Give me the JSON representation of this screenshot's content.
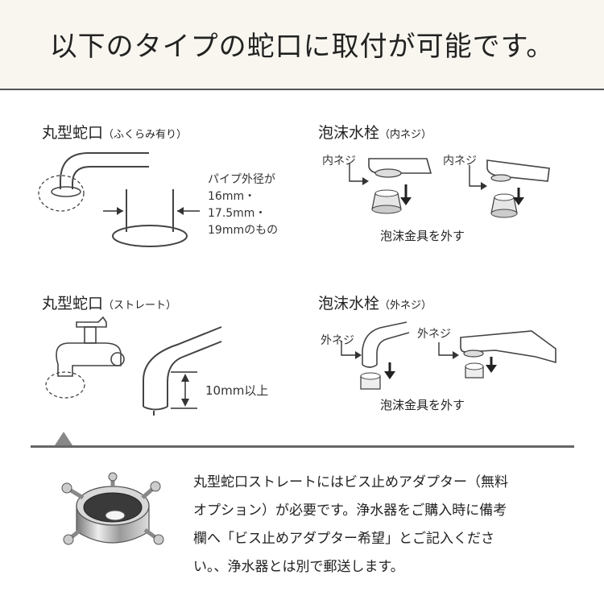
{
  "header": {
    "title": "以下のタイプの蛇口に取付が可能です。"
  },
  "sections": {
    "round_bulge": {
      "title": "丸型蛇口",
      "subtitle": "（ふくらみ有り）",
      "pipe_note": [
        "パイプ外径が",
        "16mm・",
        "17.5mm・",
        "19mmのもの"
      ]
    },
    "aerator_inner": {
      "title": "泡沫水栓",
      "subtitle": "（内ネジ）",
      "label_left": "内ネジ",
      "label_right": "内ネジ",
      "caption": "泡沫金具を外す"
    },
    "round_straight": {
      "title": "丸型蛇口",
      "subtitle": "（ストレート）",
      "height_note": "10mm以上"
    },
    "aerator_outer": {
      "title": "泡沫水栓",
      "subtitle": "（外ネジ）",
      "label_left": "外ネジ",
      "label_right": "外ネジ",
      "caption": "泡沫金具を外す"
    }
  },
  "bottom": {
    "lines": [
      "丸型蛇口ストレートにはビス止めアダプター（無料",
      "オプション）が必要です。浄水器をご購入時に備考",
      "欄へ「ビス止めアダプター希望」とご記入くださ",
      "い。、浄水器とは別で郵送します。"
    ]
  },
  "icons": {
    "adapter": "screw-adapter-icon"
  }
}
